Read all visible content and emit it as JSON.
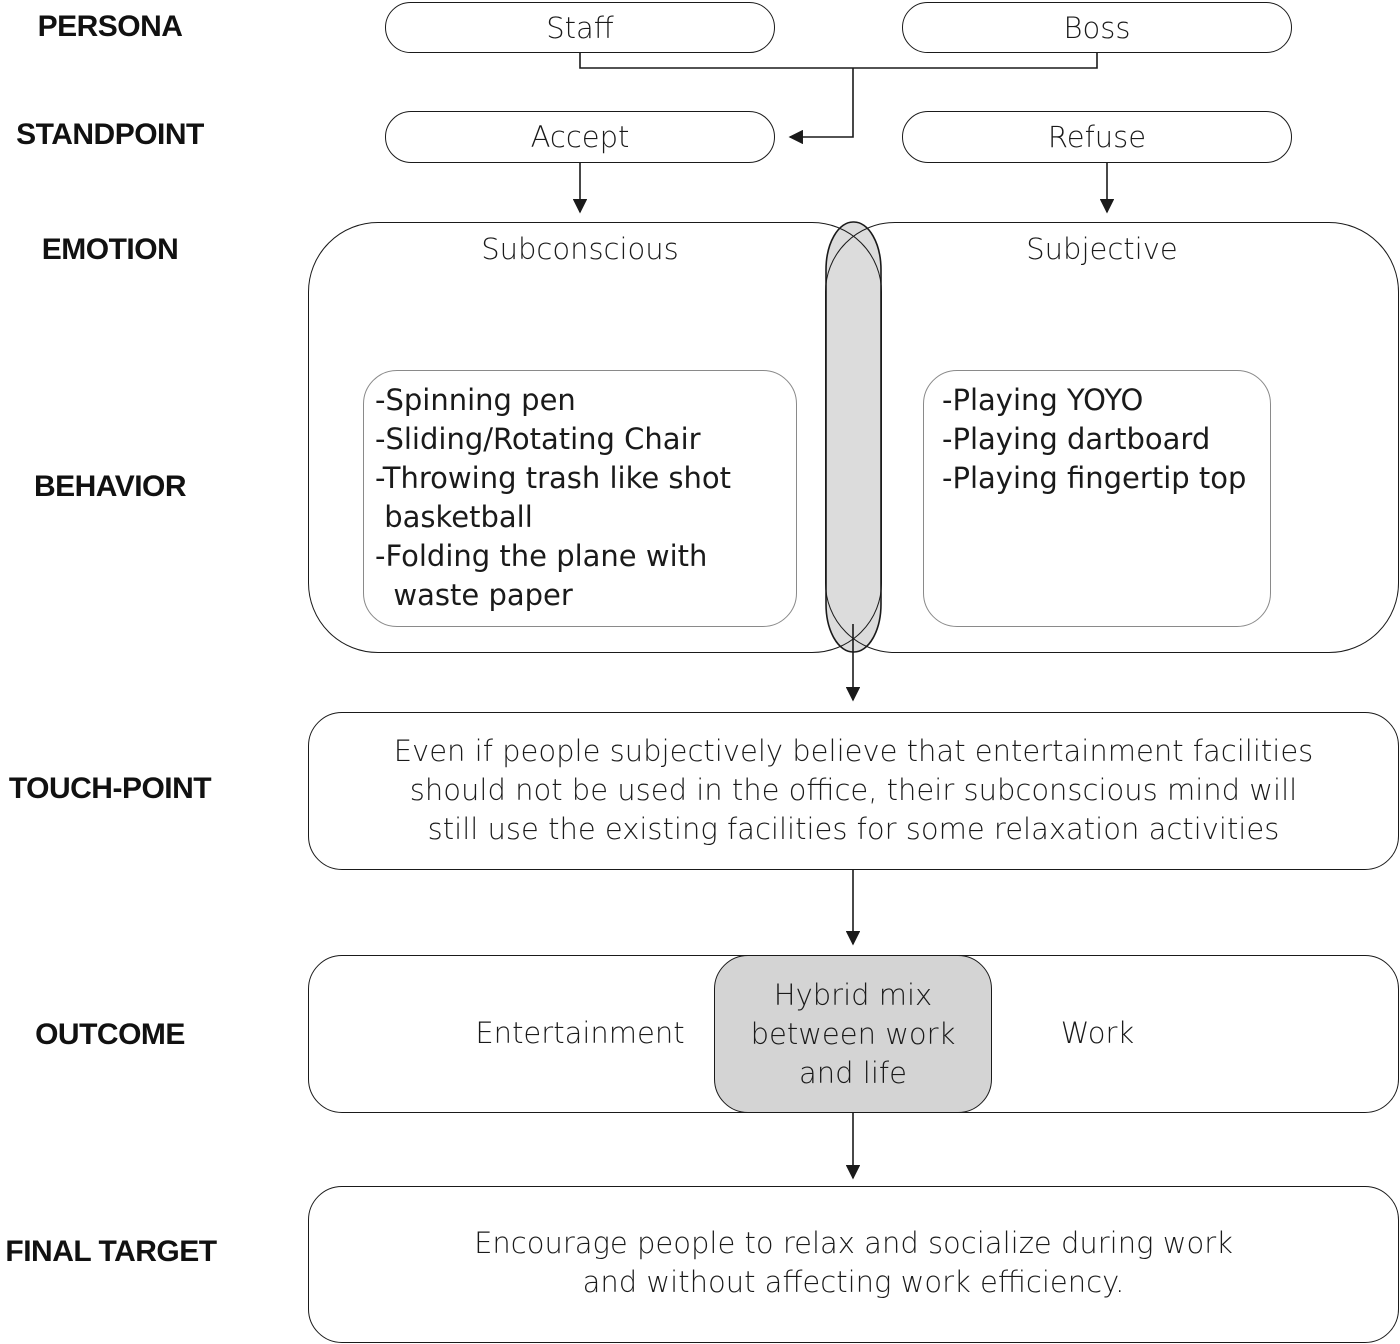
{
  "row_labels": {
    "persona": "PERSONA",
    "standpoint": "STANDPOINT",
    "emotion": "EMOTION",
    "behavior": "BEHAVIOR",
    "touch_point": "TOUCH-POINT",
    "outcome": "OUTCOME",
    "final_target": "FINAL TARGET"
  },
  "persona": {
    "staff": "Staff",
    "boss": "Boss"
  },
  "standpoint": {
    "accept": "Accept",
    "refuse": "Refuse"
  },
  "emotion": {
    "subconscious": "Subconscious",
    "subjective": "Subjective"
  },
  "behavior": {
    "subconscious_items": [
      "-Spinning pen",
      "-Sliding/Rotating Chair",
      "-Throwing trash like shot",
      " basketball",
      "-Folding the plane with",
      "  waste paper"
    ],
    "subjective_items": [
      "-Playing YOYO",
      "-Playing dartboard",
      "-Playing fingertip top"
    ]
  },
  "touch_point": {
    "lines": [
      "Even if people subjectively believe that entertainment facilities",
      "should not be used in the office, their subconscious mind will",
      "still use the existing facilities for some relaxation activities"
    ]
  },
  "outcome": {
    "left": "Entertainment",
    "center_lines": [
      "Hybrid mix",
      "between work",
      "and life"
    ],
    "right": "Work",
    "center_fill": "#d4d4d4"
  },
  "final_target": {
    "lines": [
      "Encourage people to relax and socialize during work",
      "and without affecting work efficiency."
    ]
  },
  "colors": {
    "stroke": "#1a1a1a",
    "overlap_fill": "#dcdcdc",
    "inner_box_stroke": "#8a8a8a"
  }
}
